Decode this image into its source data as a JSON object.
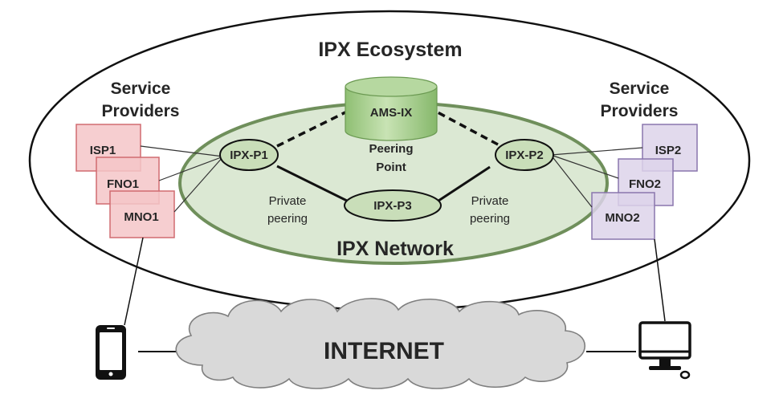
{
  "title": "IPX Ecosystem",
  "ipx_network_label": "IPX Network",
  "left_group": {
    "label_line1": "Service",
    "label_line2": "Providers",
    "providers": [
      "ISP1",
      "FNO1",
      "MNO1"
    ]
  },
  "right_group": {
    "label_line1": "Service",
    "label_line2": "Providers",
    "providers": [
      "ISP2",
      "FNO2",
      "MNO2"
    ]
  },
  "nodes": {
    "p1": "IPX-P1",
    "p2": "IPX-P2",
    "p3": "IPX-P3"
  },
  "peering_point": {
    "name": "AMS-IX",
    "caption_line1": "Peering",
    "caption_line2": "Point"
  },
  "private_peering_left": {
    "line1": "Private",
    "line2": "peering"
  },
  "private_peering_right": {
    "line1": "Private",
    "line2": "peering"
  },
  "internet_label": "INTERNET",
  "icons": {
    "left_device": "smartphone-icon",
    "right_device": "desktop-computer-icon"
  },
  "colors": {
    "ipx_network_fill": "#dbe8d3",
    "ipx_network_stroke": "#6f8f5b",
    "node_fill": "#c9deb9",
    "left_provider_fill": "#f4c6c8",
    "left_provider_stroke": "#d06b70",
    "right_provider_fill": "#ddd4ea",
    "right_provider_stroke": "#8a76ad",
    "cloud_fill": "#d9d9d9"
  }
}
